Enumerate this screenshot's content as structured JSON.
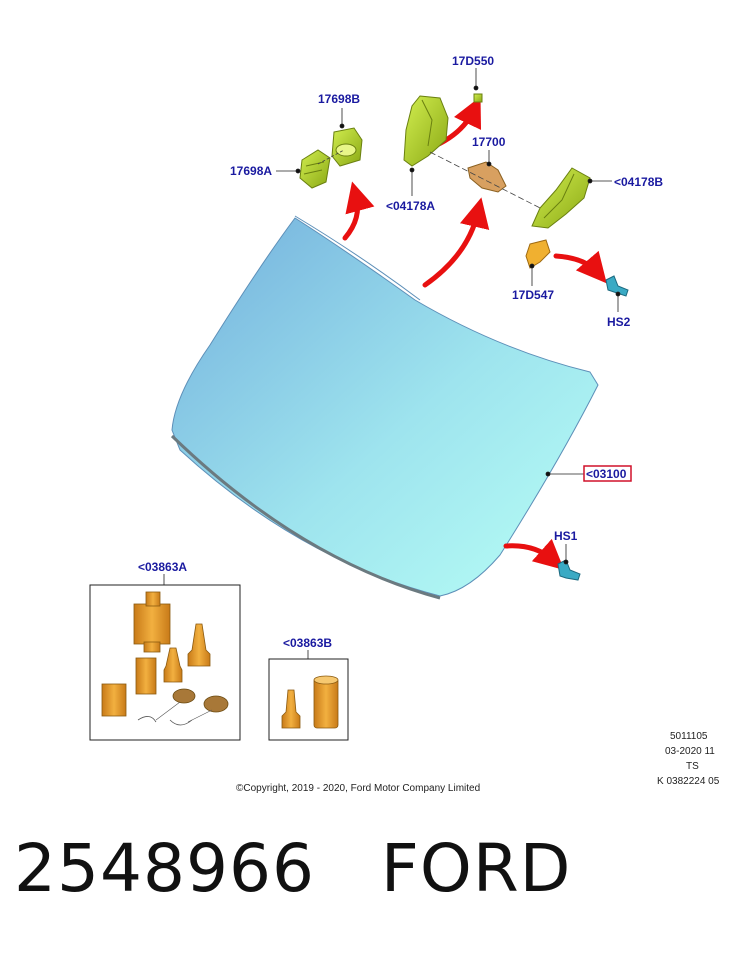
{
  "labels": {
    "p17698B": "17698B",
    "p17698A": "17698A",
    "p17D550": "17D550",
    "p04178A": "<04178A",
    "p17700": "17700",
    "p04178B": "<04178B",
    "p17D547": "17D547",
    "pHS2": "HS2",
    "p03100": "<03100",
    "pHS1": "HS1",
    "p03863A": "<03863A",
    "p03863B": "<03863B"
  },
  "meta": {
    "line1": "5011105",
    "line2": "03-2020 11",
    "line3": "TS",
    "line4": "K 0382224 05"
  },
  "copyright": "©Copyright, 2019 - 2020, Ford Motor Company Limited",
  "footer": {
    "part_number": "2548966",
    "brand": "FORD"
  },
  "colors": {
    "label_text": "#1a1aa0",
    "arrow": "#e81010",
    "highlight_box": "#d0102a",
    "glass_light": "#aefaf4",
    "glass_dark": "#7ab8e0",
    "trim_green": "#a8c81c",
    "part_orange": "#e8a030",
    "fastener_teal": "#3aaac4"
  }
}
